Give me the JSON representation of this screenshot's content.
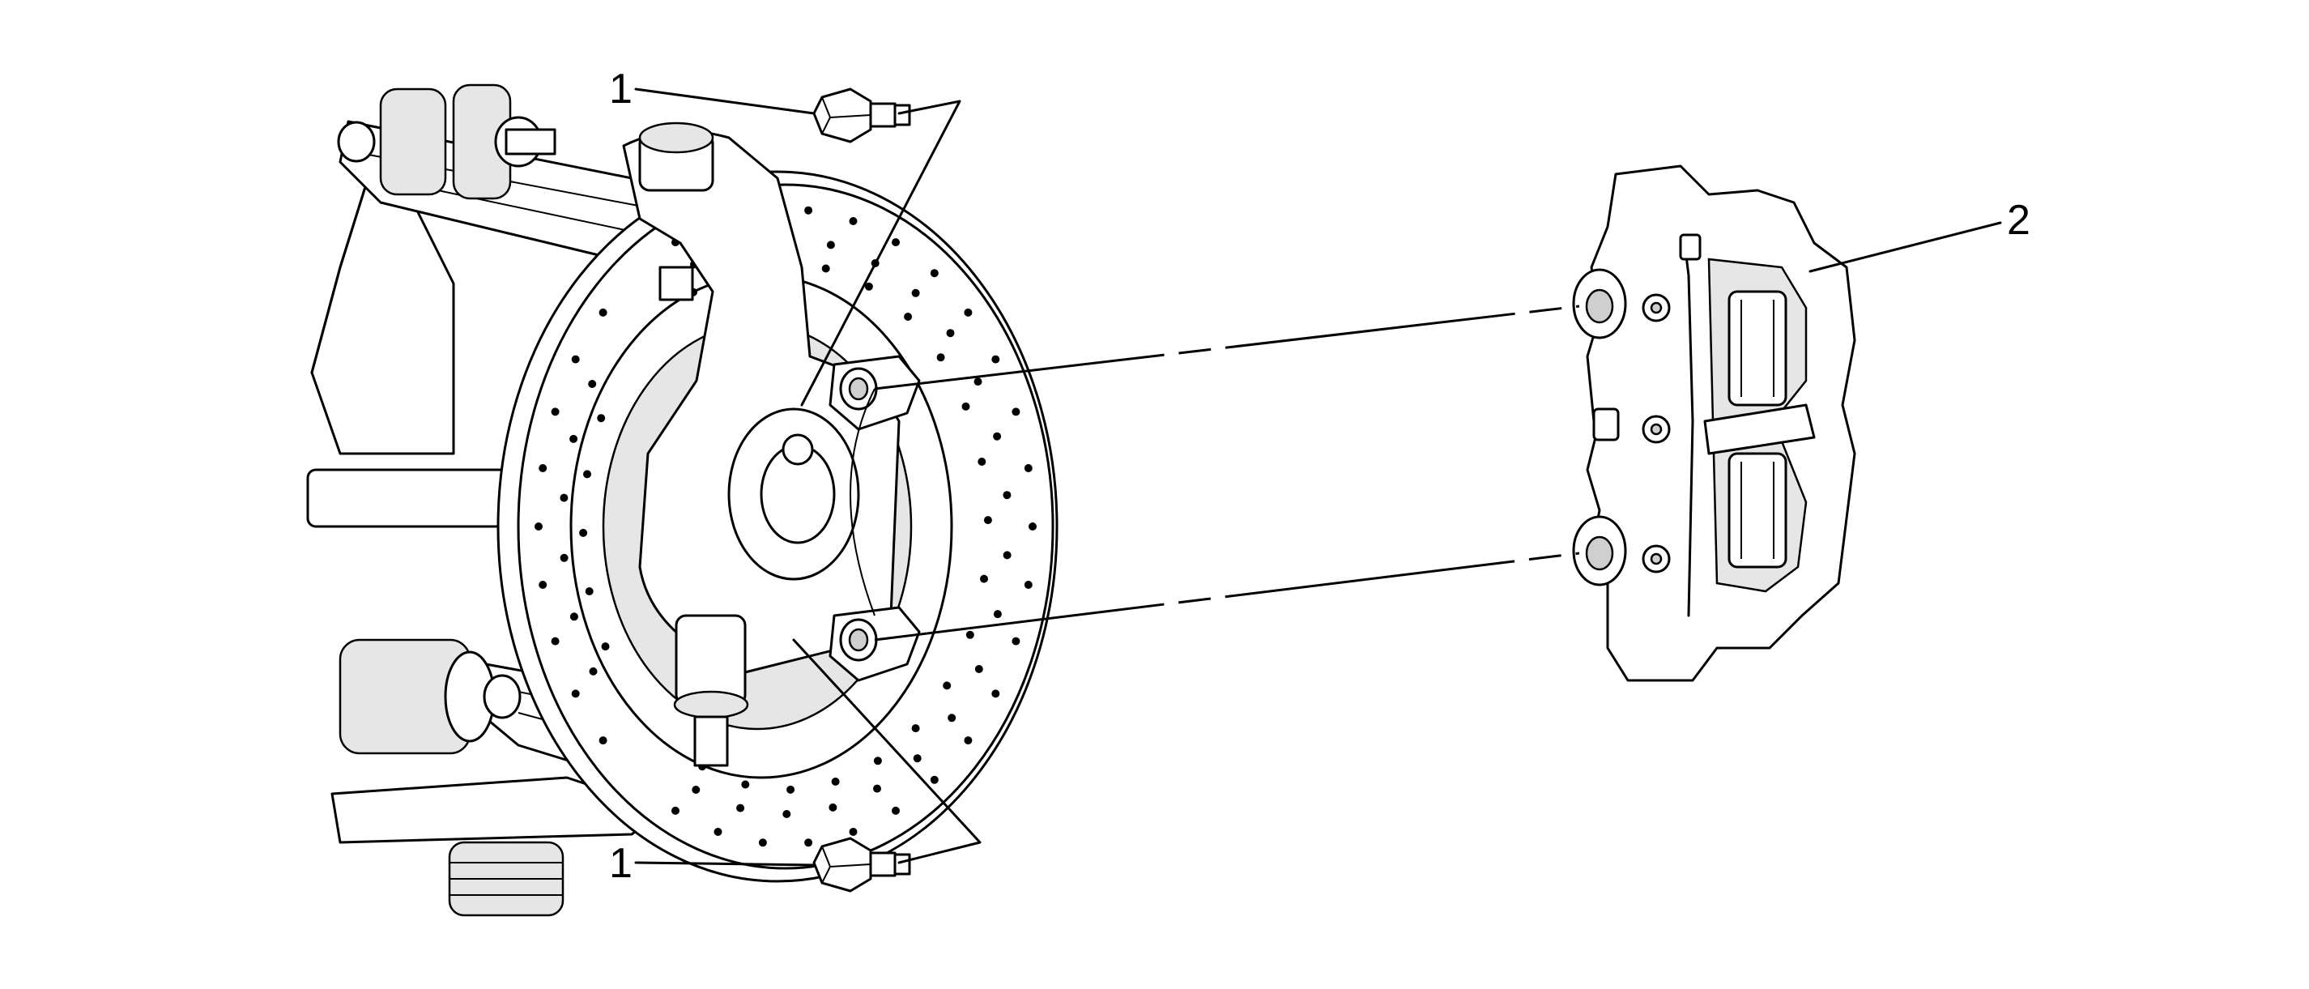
{
  "callouts": [
    {
      "id": "1a",
      "text": "1"
    },
    {
      "id": "1b",
      "text": "1"
    },
    {
      "id": "2",
      "text": "2"
    }
  ]
}
